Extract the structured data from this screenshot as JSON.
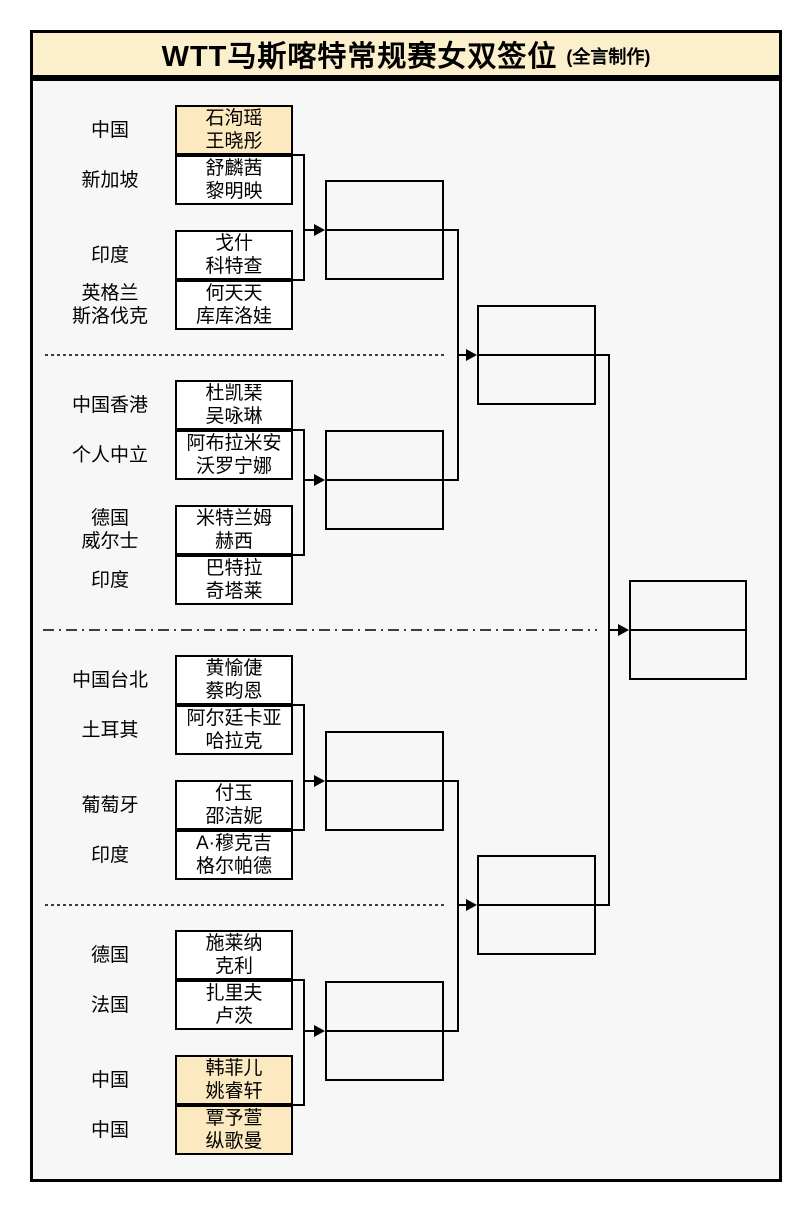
{
  "title": {
    "main": "WTT马斯喀特常规赛女双签位",
    "credit": "(全言制作)"
  },
  "colors": {
    "title_bg": "#fcf0cc",
    "highlight_bg": "#fce9c0",
    "canvas_bg": "#f7f7f7",
    "team_box_bg": "#ffffff",
    "line": "#000000"
  },
  "bracket_structure": {
    "round1_matches": 8,
    "round2_boxes": 4,
    "semifinal_boxes": 2,
    "final_boxes": 1,
    "highlight_meaning": "yellow-filled team boxes (China seeded pairs) and title bar"
  },
  "sections": [
    {
      "teams": [
        {
          "country": [
            "中国"
          ],
          "players": [
            "石洵瑶",
            "王晓彤"
          ],
          "highlighted": true
        },
        {
          "country": [
            "新加坡"
          ],
          "players": [
            "舒麟茜",
            "黎明映"
          ],
          "highlighted": false
        },
        {
          "country": [
            "印度"
          ],
          "players": [
            "戈什",
            "科特查"
          ],
          "highlighted": false
        },
        {
          "country": [
            "英格兰",
            "斯洛伐克"
          ],
          "players": [
            "何天天",
            "库库洛娃"
          ],
          "highlighted": false
        }
      ]
    },
    {
      "teams": [
        {
          "country": [
            "中国香港"
          ],
          "players": [
            "杜凯琹",
            "吴咏琳"
          ],
          "highlighted": false
        },
        {
          "country": [
            "个人中立"
          ],
          "players": [
            "阿布拉米安",
            "沃罗宁娜"
          ],
          "highlighted": false
        },
        {
          "country": [
            "德国",
            "威尔士"
          ],
          "players": [
            "米特兰姆",
            "赫西"
          ],
          "highlighted": false
        },
        {
          "country": [
            "印度"
          ],
          "players": [
            "巴特拉",
            "奇塔莱"
          ],
          "highlighted": false
        }
      ]
    },
    {
      "teams": [
        {
          "country": [
            "中国台北"
          ],
          "players": [
            "黄愉倢",
            "蔡昀恩"
          ],
          "highlighted": false
        },
        {
          "country": [
            "土耳其"
          ],
          "players": [
            "阿尔廷卡亚",
            "哈拉克"
          ],
          "highlighted": false
        },
        {
          "country": [
            "葡萄牙"
          ],
          "players": [
            "付玉",
            "邵洁妮"
          ],
          "highlighted": false
        },
        {
          "country": [
            "印度"
          ],
          "players": [
            "A·穆克吉",
            "格尔帕德"
          ],
          "highlighted": false
        }
      ]
    },
    {
      "teams": [
        {
          "country": [
            "德国"
          ],
          "players": [
            "施莱纳",
            "克利"
          ],
          "highlighted": false
        },
        {
          "country": [
            "法国"
          ],
          "players": [
            "扎里夫",
            "卢茨"
          ],
          "highlighted": false
        },
        {
          "country": [
            "中国"
          ],
          "players": [
            "韩菲儿",
            "姚睿轩"
          ],
          "highlighted": true
        },
        {
          "country": [
            "中国"
          ],
          "players": [
            "覃予萱",
            "纵歌曼"
          ],
          "highlighted": true
        }
      ]
    }
  ]
}
